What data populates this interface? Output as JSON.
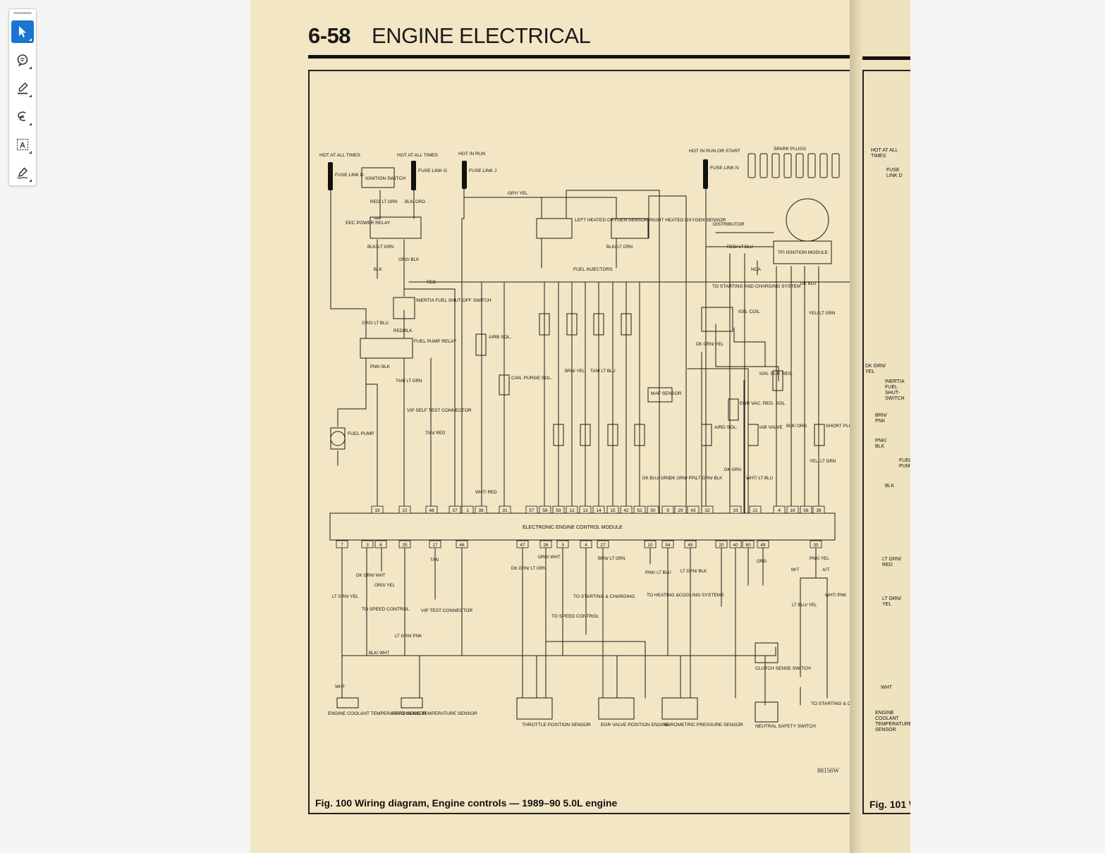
{
  "toolbar": {
    "tools": [
      {
        "name": "select",
        "icon": "cursor-icon"
      },
      {
        "name": "comment",
        "icon": "comment-icon"
      },
      {
        "name": "highlight",
        "icon": "highlighter-icon"
      },
      {
        "name": "draw",
        "icon": "freehand-draw-icon"
      },
      {
        "name": "text-box",
        "icon": "text-box-icon"
      },
      {
        "name": "sign",
        "icon": "signature-pen-icon"
      }
    ],
    "active": "select",
    "accent": "#1976d2"
  },
  "page": {
    "number": "6-58",
    "section": "ENGINE ELECTRICAL",
    "caption": "Fig. 100  Wiring diagram, Engine controls — 1989–90 5.0L engine",
    "reference": "88156W",
    "paper_color": "#f2e6c4"
  },
  "diagram": {
    "top_labels": {
      "hot1": "HOT AT ALL TIMES",
      "fuse_d": "FUSE LINK D",
      "ign_switch": "IGNITION SWITCH",
      "hot2": "HOT AT ALL TIMES",
      "fuse_g": "FUSE LINK G",
      "hot3": "HOT IN RUN",
      "fuse_j": "FUSE LINK J",
      "hot4": "HOT IN RUN OR START",
      "fuse_n": "FUSE LINK N",
      "spark": "SPARK PLUGS",
      "distributor": "DISTRIBUTOR",
      "tfi": "TFI IGNITION MODULE",
      "nca": "NCA",
      "to_starting": "TO STARTING AND CHARGING SYSTEM",
      "ign_coil": "IGN. COIL"
    },
    "components": {
      "eec_relay": "EEC POWER RELAY",
      "inertia": "INERTIA FUEL SHUT-OFF SWITCH",
      "fuel_relay": "FUEL PUMP RELAY",
      "fuel_pump": "FUEL PUMP",
      "vip_conn": "VIP SELF TEST CONNECTOR",
      "airb": "AIRB SOL.",
      "canp": "CAN. PURGE SOL.",
      "left_o2": "LEFT HEATED OXYGEN SENSOR",
      "right_o2": "RIGHT HEATED OXYGEN SENSOR",
      "injectors": "FUEL INJECTORS",
      "maf": "MAF SENSOR",
      "ign_sup": "IGN. SUP. RES.",
      "egr_vac": "EGR VAC. REG. SOL.",
      "aird": "AIRD SOL.",
      "iab": "IAB VALVE",
      "short_plug": "SHORT PLUG",
      "module": "ELECTRONIC ENGINE CONTROL MODULE",
      "ect": "ENGINE COOLANT TEMPERATURE SENSOR",
      "act": "AIR CHARGE TEMPERATURE SENSOR",
      "tps": "THROTTLE POSITION SENSOR",
      "evp": "EGR VALVE POSITION ENGINE",
      "baro": "BAROMETRIC PRESSURE SENSOR",
      "clutch": "CLUTCH SENSE SWITCH",
      "neutral": "NEUTRAL SAFETY SWITCH",
      "to_speed1": "TO SPEED CONTROL",
      "vip_test": "VIP TEST CONNECTOR",
      "to_starting2": "TO STARTING & CHARGING",
      "to_speed2": "TO SPEED CONTROL",
      "to_heating": "TO HEATING &COOLING SYSTEMS",
      "to_starting3": "TO STARTING & CHARGING SYSTEMS",
      "mt": "M/T",
      "at": "A/T"
    },
    "top_pins": [
      "19",
      "22",
      "48",
      "37",
      "1",
      "38",
      "31",
      "57",
      "58",
      "59",
      "12",
      "13",
      "14",
      "15",
      "42",
      "52",
      "50",
      "9",
      "29",
      "43",
      "32",
      "33",
      "21",
      "4",
      "16",
      "56",
      "36"
    ],
    "bottom_pins": [
      "7",
      "3",
      "6",
      "25",
      "17",
      "46",
      "47",
      "26",
      "3",
      "4",
      "27",
      "10",
      "54",
      "45",
      "20",
      "40",
      "60",
      "49",
      "30"
    ],
    "wires": [
      "RED/ LT GRN",
      "BLK/ ORG",
      "GRY/ YEL",
      "BLK/ LT GRN",
      "ORG/ BLK",
      "RED",
      "BLK",
      "ORG/ LT BLU",
      "RED/BLK",
      "PNK/ BLK",
      "TAN/ LT GRN",
      "TAN/ RED",
      "WHT/ RED",
      "BRN/ YEL",
      "TAN/ LT BLU",
      "DK GRN/ YEL",
      "DK BLU/ ORG",
      "DK GRN/ PPL",
      "LT GRN/ BLK",
      "BLK/ ORG",
      "YEL/ LT GRN",
      "DK GRN",
      "WHT/ LT BLU",
      "LT GRN/ YEL",
      "DK GRN/ WHT",
      "ORG/ YEL",
      "BLK/ WHT",
      "ORG/ WHT",
      "LT GRN/ PNK",
      "WHT",
      "PNK/ LT BLU",
      "LT GRN/ BLK",
      "LT BLU/ YEL",
      "WHT/ PNK",
      "PNK/ YEL",
      "DK BLU",
      "YEL/ LT GRN",
      "BRN/ LT GRN",
      "DK GRN/ LT GRN",
      "ORG",
      "RED/ LT BLU",
      "TAN",
      "BLK/ LT GRN"
    ]
  },
  "right_page": {
    "caption": "Fig. 101  W",
    "labels": [
      "HOT AT ALL TIMES",
      "FUSE LINK D",
      "DK GRN/ YEL",
      "INERTIA FUEL SHUT- SWITCH",
      "BRN/ PNK",
      "PNK/ BLK",
      "FUEL PUMP",
      "BLK",
      "LT GRN/ RED",
      "LT GRN/ YEL",
      "WHT",
      "ENGINE COOLANT TEMPERATURE SENSOR"
    ]
  }
}
